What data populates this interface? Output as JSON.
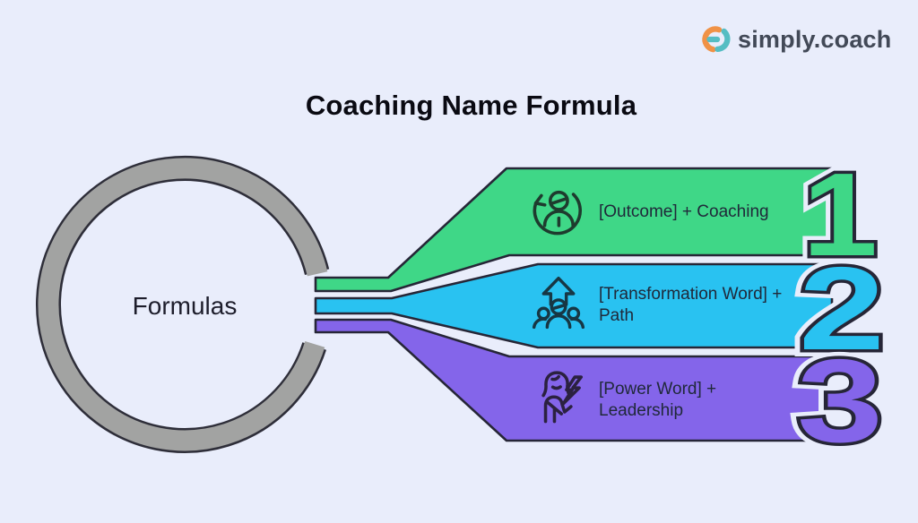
{
  "header": {
    "logo_text": "simply.coach"
  },
  "title": "Coaching Name Formula",
  "hub": {
    "label": "Formulas"
  },
  "ribbons": [
    {
      "number": "1",
      "label": "[Outcome] + Coaching",
      "color": "#3fd787",
      "icon": "person-refresh-icon"
    },
    {
      "number": "2",
      "label": "[Transformation Word] + Path",
      "color": "#29c2f1",
      "icon": "team-growth-icon"
    },
    {
      "number": "3",
      "label": "[Power Word] + Leadership",
      "color": "#8465ea",
      "icon": "empowered-leader-icon"
    }
  ],
  "palette": {
    "background": "#e9edfb",
    "outline": "#262637",
    "ring_fill": "#a2a3a2",
    "ring_outline": "#2e2e39",
    "title_color": "#0a0a12",
    "label_color": "#20293a",
    "logo_orange": "#f09246",
    "logo_teal": "#55bdc3",
    "logo_text_color": "#424957"
  }
}
